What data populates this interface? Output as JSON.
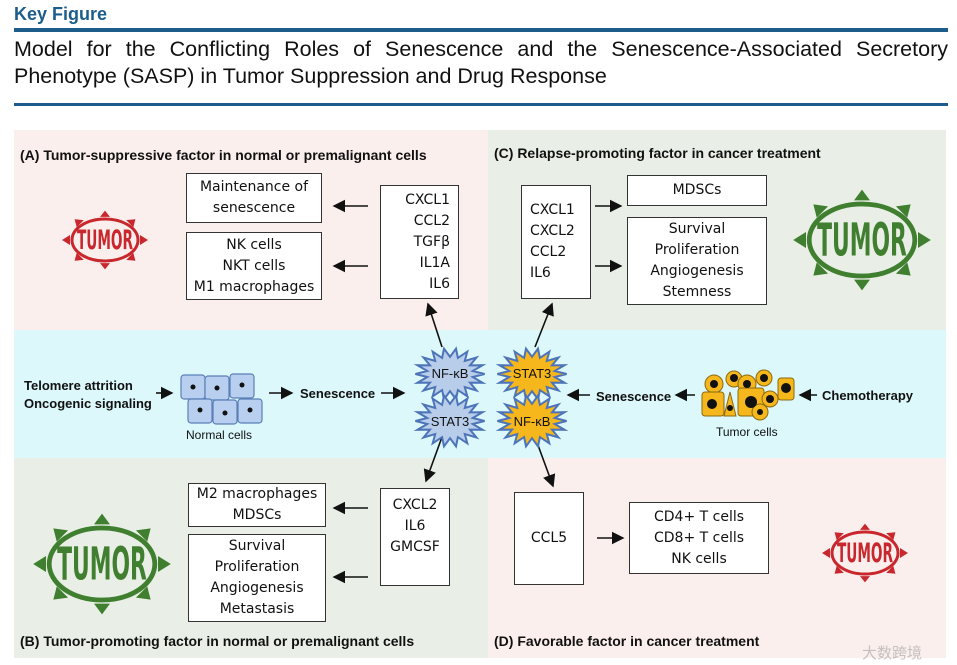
{
  "header": {
    "label": "Key Figure",
    "title": "Model for the Conflicting Roles of Senescence and the Senescence-Associated Secretory Phenotype (SASP) in Tumor Suppression and Drug Response"
  },
  "colors": {
    "header_blue": "#1d5d8c",
    "pink_panel": "#fbefed",
    "green_panel": "#e9efe6",
    "cyan_band": "#dcf8fb",
    "star_blue": "#b8cdea",
    "star_orange": "#f6b71c",
    "tumor_red": "#c8282d",
    "tumor_green": "#3f7f2f"
  },
  "panelA": {
    "heading": "(A)  Tumor-suppressive factor in normal or premalignant cells",
    "box1": [
      "Maintenance of",
      "senescence"
    ],
    "box2": [
      "NK cells",
      "NKT cells",
      "M1 macrophages"
    ],
    "sasp": [
      "CXCL1",
      "CCL2",
      "TGFβ",
      "IL1A",
      "IL6"
    ],
    "tumor_label": "TUMOR"
  },
  "panelC": {
    "heading": "(C)  Relapse-promoting factor in cancer treatment",
    "sasp": [
      "CXCL1",
      "CXCL2",
      "CCL2",
      "IL6"
    ],
    "box1": [
      "MDSCs"
    ],
    "box2": [
      "Survival",
      "Proliferation",
      "Angiogenesis",
      "Stemness"
    ],
    "tumor_label": "TUMOR"
  },
  "center": {
    "inducers": [
      "Telomere attrition",
      "Oncogenic signaling"
    ],
    "normal_cells": "Normal cells",
    "senescence_left": "Senescence",
    "senescence_right": "Senescence",
    "chemo": "Chemotherapy",
    "tumor_cells": "Tumor cells",
    "stars": {
      "top_left": "NF-κB",
      "top_right": "STAT3",
      "bottom_left": "STAT3",
      "bottom_right": "NF-κB"
    }
  },
  "panelB": {
    "heading": "(B)  Tumor-promoting factor in normal or premalignant cells",
    "sasp": [
      "CXCL2",
      "IL6",
      "GMCSF"
    ],
    "box1": [
      "M2 macrophages",
      "MDSCs"
    ],
    "box2": [
      "Survival",
      "Proliferation",
      "Angiogenesis",
      "Metastasis"
    ],
    "tumor_label": "TUMOR"
  },
  "panelD": {
    "heading": "(D)  Favorable factor in cancer treatment",
    "sasp": [
      "CCL5"
    ],
    "box1": [
      "CD4+ T cells",
      "CD8+ T cells",
      "NK cells"
    ],
    "tumor_label": "TUMOR"
  },
  "watermark": "大数跨境"
}
